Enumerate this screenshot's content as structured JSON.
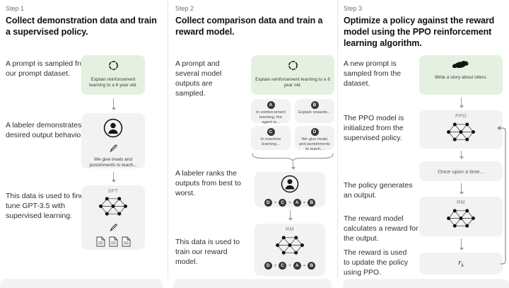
{
  "colors": {
    "prompt_box_bg": "#e4f1e1",
    "figure_box_bg": "#f2f2f2",
    "badge_bg": "#353740",
    "arrow": "#9c9c9c"
  },
  "icons": {
    "sample": "dashed-circle-refresh",
    "labeler": "person-in-circle",
    "annotate": "pen",
    "model": "neural-network",
    "data": "documents",
    "otter": "otter-silhouette"
  },
  "steps": [
    {
      "label": "Step 1",
      "title": "Collect demonstration data and train a supervised policy.",
      "captions": {
        "prompt": "A prompt is sampled from our prompt dataset.",
        "labeler": "A labeler demonstrates the desired output behavior.",
        "finetune": "This data is used to fine-tune GPT-3.5 with supervised learning."
      },
      "prompt_box": {
        "text": "Explain reinforcement learning to a 6 year old."
      },
      "demo_box": {
        "text": "We give treats and punishments to teach..."
      },
      "sft_box": {
        "label": "SFT"
      }
    },
    {
      "label": "Step 2",
      "title": "Collect comparison data and train a reward model.",
      "captions": {
        "sampled": "A prompt and several model outputs are sampled.",
        "ranks": "A labeler ranks the outputs from best to worst.",
        "train": "This data is used to train our reward model."
      },
      "prompt_box": {
        "text": "Explain reinforcement learning to a 6 year old."
      },
      "outputs": [
        {
          "key": "A",
          "text": "In reinforcement learning, the agent is..."
        },
        {
          "key": "B",
          "text": "Explain rewards..."
        },
        {
          "key": "C",
          "text": "In machine learning..."
        },
        {
          "key": "D",
          "text": "We give treats and punishments to teach..."
        }
      ],
      "ranking": {
        "items": [
          "D",
          "C",
          "A",
          "B"
        ],
        "separators": [
          ">",
          ">",
          "="
        ]
      },
      "rm_box": {
        "label": "RM"
      }
    },
    {
      "label": "Step 3",
      "title": "Optimize a policy against the reward model using the PPO reinforcement learning algorithm.",
      "captions": {
        "prompt": "A new prompt is sampled from the dataset.",
        "init": "The PPO model is initialized from the supervised policy.",
        "output": "The policy generates an output.",
        "reward": "The reward model calculates a reward for the output.",
        "update": "The reward is used to update the policy using PPO."
      },
      "prompt_box": {
        "text": "Write a story about otters."
      },
      "ppo_box": {
        "label": "PPO"
      },
      "output_box": {
        "text": "Once upon a time..."
      },
      "rm_box": {
        "label": "RM"
      },
      "reward_box": {
        "text": "r",
        "subscript": "k"
      }
    }
  ]
}
